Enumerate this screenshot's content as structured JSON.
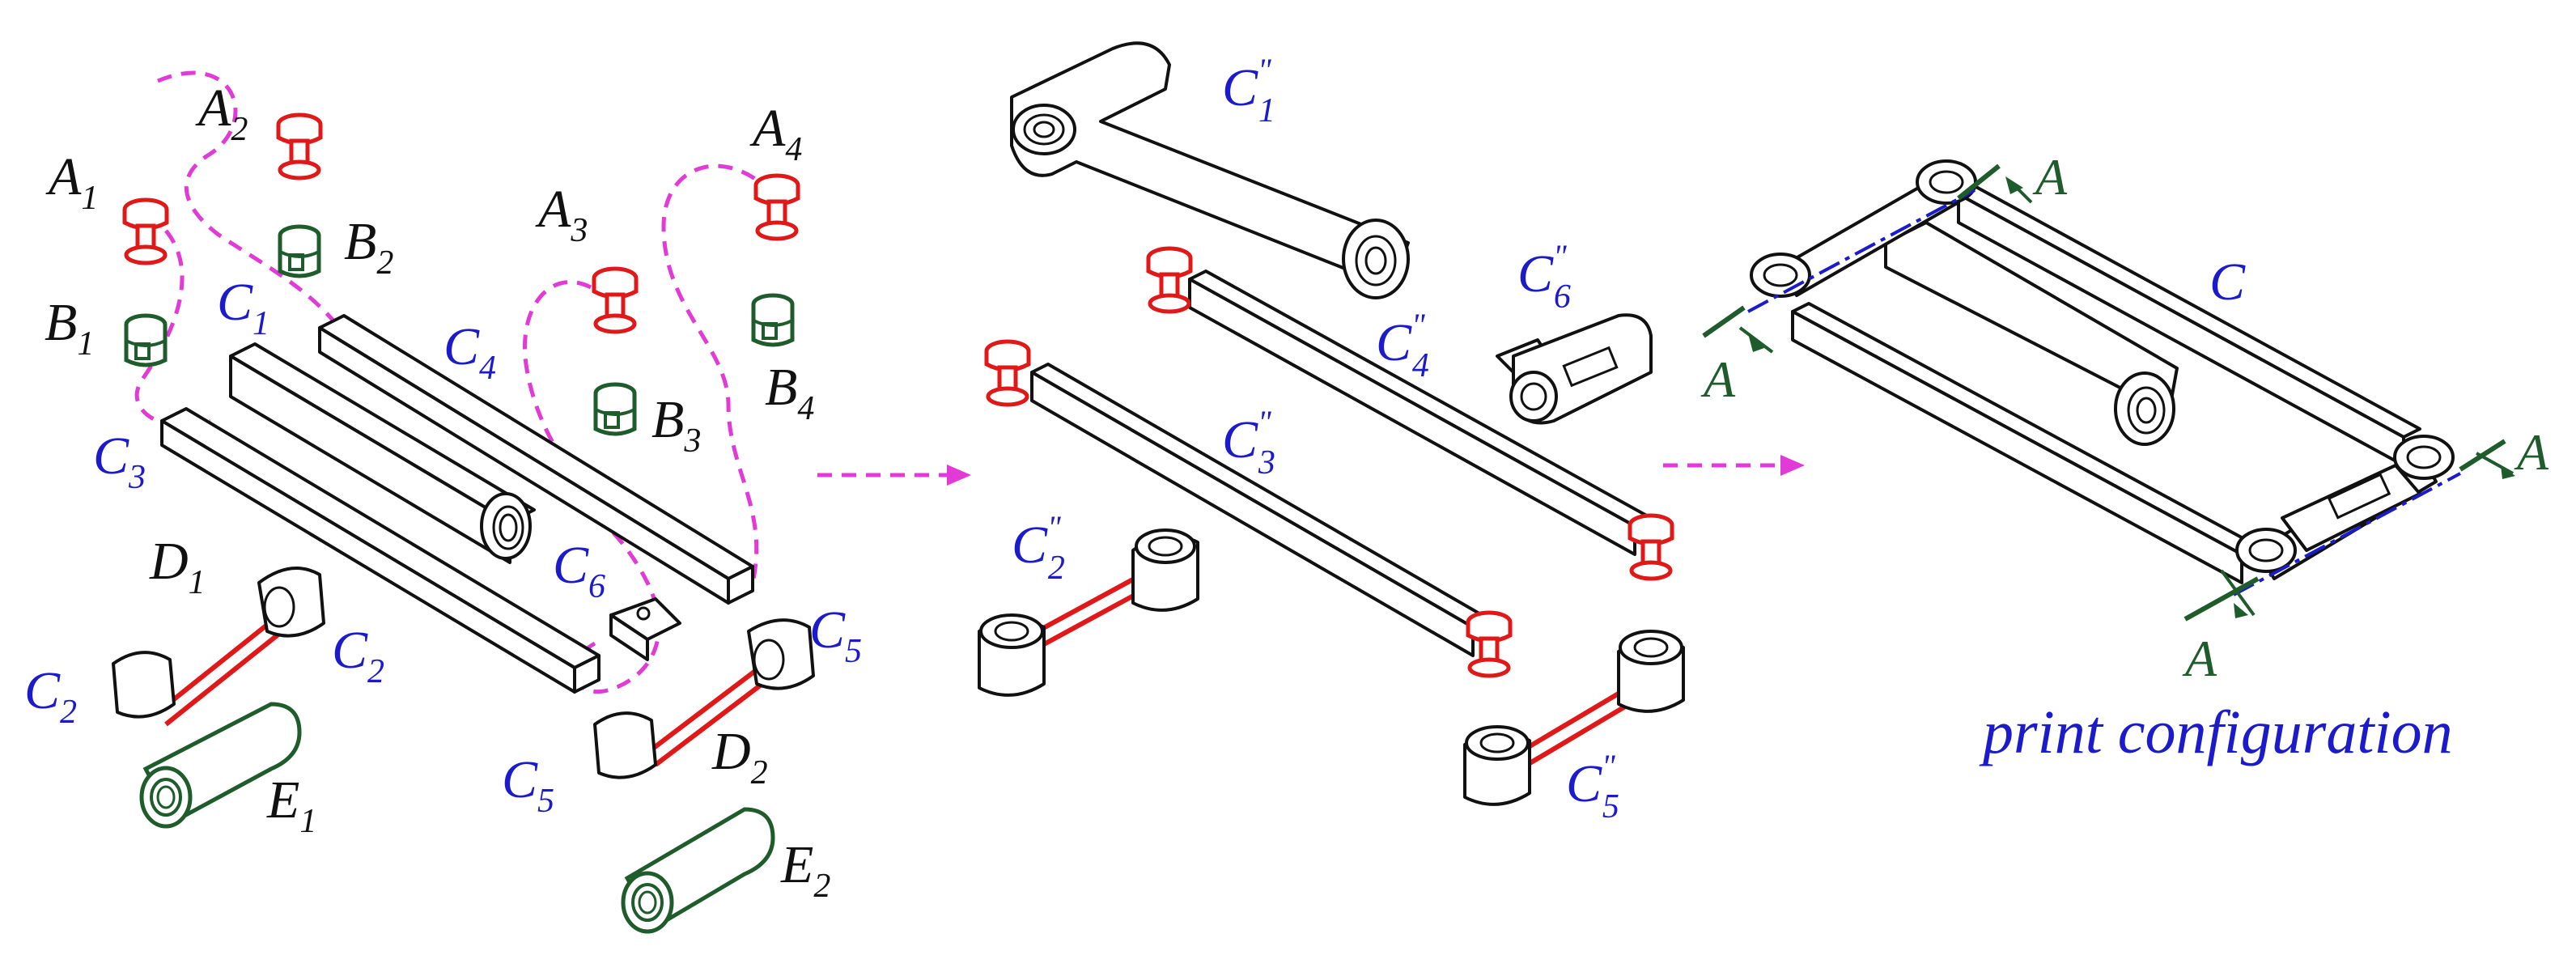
{
  "labels": {
    "a1": "A",
    "a1_sub": "1",
    "a2": "A",
    "a2_sub": "2",
    "a3": "A",
    "a3_sub": "3",
    "a4": "A",
    "a4_sub": "4",
    "b1": "B",
    "b1_sub": "1",
    "b2": "B",
    "b2_sub": "2",
    "b3": "B",
    "b3_sub": "3",
    "b4": "B",
    "b4_sub": "4",
    "c1": "C",
    "c1_sub": "1",
    "c2a": "C",
    "c2a_sub": "2",
    "c2b": "C",
    "c2b_sub": "2",
    "c3": "C",
    "c3_sub": "3",
    "c4": "C",
    "c4_sub": "4",
    "c5a": "C",
    "c5a_sub": "5",
    "c5b": "C",
    "c5b_sub": "5",
    "c6": "C",
    "c6_sub": "6",
    "d1": "D",
    "d1_sub": "1",
    "d2": "D",
    "d2_sub": "2",
    "e1": "E",
    "e1_sub": "1",
    "e2": "E",
    "e2_sub": "2",
    "c1pp": "C",
    "c1pp_sub": "1",
    "c1pp_sup": "\"",
    "c2pp": "C",
    "c2pp_sub": "2",
    "c2pp_sup": "\"",
    "c3pp": "C",
    "c3pp_sub": "3",
    "c3pp_sup": "\"",
    "c4pp": "C",
    "c4pp_sub": "4",
    "c4pp_sup": "\"",
    "c5pp": "C",
    "c5pp_sub": "5",
    "c5pp_sup": "\"",
    "c6pp": "C",
    "c6pp_sub": "6",
    "c6pp_sup": "\"",
    "c_final": "C",
    "section_a": "A",
    "print_configuration": "print configuration"
  },
  "colors": {
    "outline": "#111111",
    "pin_red": "#e01818",
    "bushing_green": "#1e5c2c",
    "label_blue": "#1b1bcc",
    "dashed_magenta": "#e23ad6",
    "axis_blue": "#1b1bcc"
  }
}
